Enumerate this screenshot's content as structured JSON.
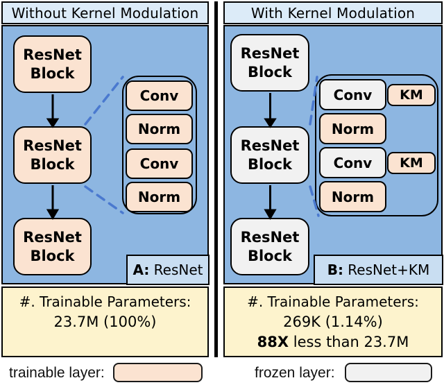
{
  "left_panel": {
    "title": "Without Kernel Modulation",
    "blocks": [
      "ResNet Block",
      "ResNet Block",
      "ResNet Block"
    ],
    "detail_layers": [
      {
        "label": "Conv",
        "type": "trainable"
      },
      {
        "label": "Norm",
        "type": "trainable"
      },
      {
        "label": "Conv",
        "type": "trainable"
      },
      {
        "label": "Norm",
        "type": "trainable"
      }
    ],
    "variant_label": {
      "prefix": "A:",
      "name": " ResNet"
    },
    "params": {
      "line1": "#. Trainable Parameters:",
      "line2": "23.7M (100%)"
    }
  },
  "right_panel": {
    "title": "With Kernel Modulation",
    "blocks": [
      "ResNet Block",
      "ResNet Block",
      "ResNet Block"
    ],
    "detail_layers": [
      {
        "label": "Conv",
        "type": "frozen",
        "km": "KM"
      },
      {
        "label": "Norm",
        "type": "trainable"
      },
      {
        "label": "Conv",
        "type": "frozen",
        "km": "KM"
      },
      {
        "label": "Norm",
        "type": "trainable"
      }
    ],
    "variant_label": {
      "prefix": "B:",
      "name": " ResNet+KM"
    },
    "params": {
      "line1": "#. Trainable Parameters:",
      "line2": "269K (1.14%)",
      "line3_bold": "88X",
      "line3_rest": " less than 23.7M"
    }
  },
  "legend": {
    "trainable": "trainable layer:",
    "frozen": "frozen layer:"
  },
  "colors": {
    "panel_blue": "#8db6e1",
    "header_blue": "#dcebf8",
    "label_blue": "#c9def2",
    "trainable_fill": "#fbe3d1",
    "frozen_fill": "#f1f1f1",
    "note_yellow": "#fdf3cd",
    "dash_blue": "#4a79cf"
  }
}
